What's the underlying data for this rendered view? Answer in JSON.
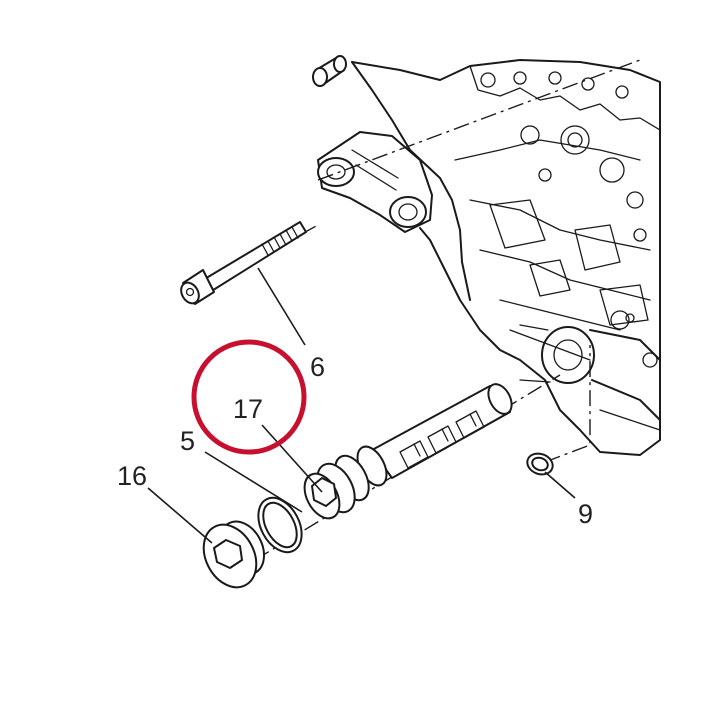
{
  "callouts": {
    "c6": "6",
    "c17": "17",
    "c5": "5",
    "c16": "16",
    "c9": "9"
  },
  "highlight": {
    "target_callout": "17",
    "ring_color": "#c8102e"
  },
  "colors": {
    "line": "#1a1a1a",
    "text": "#222222",
    "background": "#ffffff"
  }
}
